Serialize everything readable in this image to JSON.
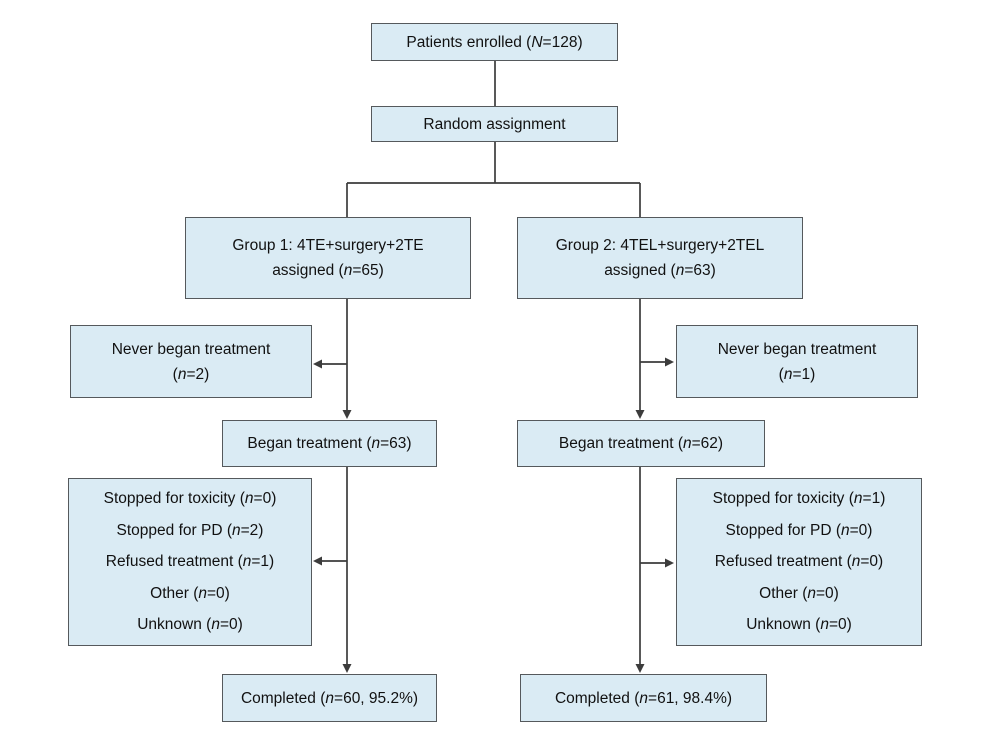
{
  "colors": {
    "background": "#ffffff",
    "box_fill": "#daebf4",
    "box_border": "#55595c",
    "line": "#3c3c3c",
    "text": "#111111"
  },
  "boxes": {
    "enrolled": {
      "pre": "Patients enrolled (",
      "var": "N",
      "post": "=128)"
    },
    "random": {
      "label": "Random assignment"
    },
    "group1": {
      "line1": "Group 1: 4TE+surgery+2TE",
      "line2_pre": "assigned (",
      "var": "n",
      "line2_post": "=65)"
    },
    "group2": {
      "line1": "Group 2: 4TEL+surgery+2TEL",
      "line2_pre": "assigned (",
      "var": "n",
      "line2_post": "=63)"
    },
    "never1": {
      "line1": "Never began treatment",
      "line2_pre": "(",
      "var": "n",
      "line2_post": "=2)"
    },
    "never2": {
      "line1": "Never began treatment",
      "line2_pre": "(",
      "var": "n",
      "line2_post": "=1)"
    },
    "began1": {
      "pre": "Began treatment (",
      "var": "n",
      "post": "=63)"
    },
    "began2": {
      "pre": "Began treatment (",
      "var": "n",
      "post": "=62)"
    },
    "reasons1": {
      "items": [
        {
          "pre": "Stopped for toxicity (",
          "var": "n",
          "post": "=0)"
        },
        {
          "pre": "Stopped for PD (",
          "var": "n",
          "post": "=2)"
        },
        {
          "pre": "Refused treatment (",
          "var": "n",
          "post": "=1)"
        },
        {
          "pre": "Other (",
          "var": "n",
          "post": "=0)"
        },
        {
          "pre": "Unknown (",
          "var": "n",
          "post": "=0)"
        }
      ]
    },
    "reasons2": {
      "items": [
        {
          "pre": "Stopped for toxicity (",
          "var": "n",
          "post": "=1)"
        },
        {
          "pre": "Stopped for PD (",
          "var": "n",
          "post": "=0)"
        },
        {
          "pre": "Refused treatment (",
          "var": "n",
          "post": "=0)"
        },
        {
          "pre": "Other (",
          "var": "n",
          "post": "=0)"
        },
        {
          "pre": "Unknown (",
          "var": "n",
          "post": "=0)"
        }
      ]
    },
    "completed1": {
      "pre": "Completed (",
      "var": "n",
      "post": "=60, 95.2%)"
    },
    "completed2": {
      "pre": "Completed (",
      "var": "n",
      "post": "=61, 98.4%)"
    }
  }
}
